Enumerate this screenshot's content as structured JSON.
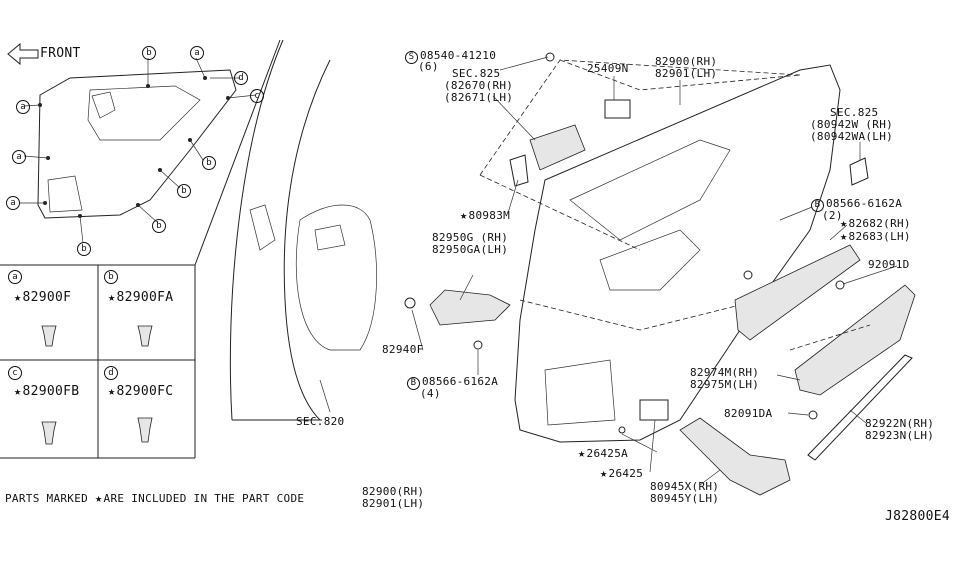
{
  "front_label": "FRONT",
  "legend": [
    {
      "letter": "a",
      "part": "82900F"
    },
    {
      "letter": "b",
      "part": "82900FA"
    },
    {
      "letter": "c",
      "part": "82900FB"
    },
    {
      "letter": "d",
      "part": "82900FC"
    }
  ],
  "callouts": {
    "sec_825_top": "SEC.825",
    "p82670": "(82670(RH)",
    "p82671": "(82671(LH)",
    "bolt_top_code": "08540-41210",
    "bolt_top_qty": "(6)",
    "p25409n": "25409N",
    "p82900rh": "82900(RH)",
    "p82901lh": "82901(LH)",
    "sec_825_right": "SEC.825",
    "p80942w": "(80942W (RH)",
    "p80942wa": "(80942WA(LH)",
    "bolt_mid_code": "08566-6162A",
    "bolt_mid_qty": "(2)",
    "p82682": "82682(RH)",
    "p82683": "82683(LH)",
    "p92091d": "92091D",
    "p80983m": "80983M",
    "p82950g": "82950G (RH)",
    "p82950ga": "82950GA(LH)",
    "p82940f": "82940F",
    "bolt_low_code": "08566-6162A",
    "bolt_low_qty": "(4)",
    "sec_820": "SEC.820",
    "p82974m": "82974M(RH)",
    "p82975m": "82975M(LH)",
    "p82091da": "82091DA",
    "p82922n": "82922N(RH)",
    "p82923n": "82923N(LH)",
    "p26425a": "26425A",
    "p26425": "26425",
    "p80945x": "80945X(RH)",
    "p80945y": "80945Y(LH)"
  },
  "bolt_symbol_s": "S",
  "bolt_symbol_b": "B",
  "footer": {
    "note_before": "PARTS MARKED",
    "note_after": "ARE INCLUDED IN THE PART CODE",
    "code_rh": "82900(RH)",
    "code_lh": "82901(LH)",
    "diagram_code": "J82800E4"
  }
}
